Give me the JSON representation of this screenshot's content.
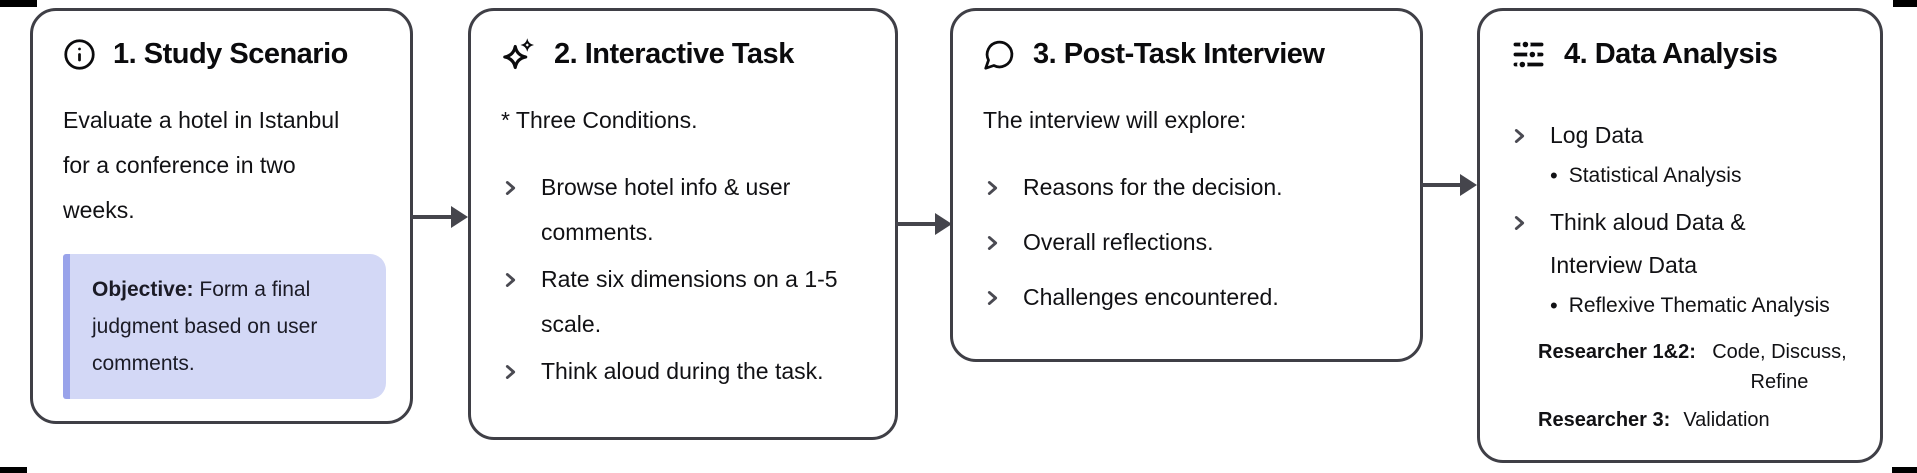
{
  "diagram": {
    "title_semantic": "Study procedure flowchart",
    "colors": {
      "border": "#3f3f46",
      "text": "#111114",
      "title": "#0b0b0d",
      "chev": "#4a4a52",
      "arrow": "#45454c",
      "obj-bg": "#d3d8f6",
      "obj-strip": "#99a3ea",
      "bg": "#ffffff",
      "mark": "#000000"
    },
    "glyphs": {
      "sub_bullet": "•"
    },
    "cards": [
      {
        "icon": "info-icon",
        "title": "1. Study Scenario",
        "body": "Evaluate a hotel in Istanbul for a conference in two weeks.",
        "objective": {
          "label": "Objective:",
          "text": "Form a final judgment based on user comments."
        }
      },
      {
        "icon": "sparkles-icon",
        "title": "2. Interactive Task",
        "note": "* Three Conditions.",
        "bullets": [
          "Browse hotel info & user comments.",
          "Rate six dimensions on a 1-5 scale.",
          "Think aloud during the task."
        ]
      },
      {
        "icon": "message-circle-icon",
        "title": "3. Post-Task Interview",
        "intro": "The interview will explore:",
        "bullets": [
          "Reasons for the decision.",
          "Overall reflections.",
          "Challenges encountered."
        ]
      },
      {
        "icon": "sliders-icon",
        "title": "4. Data Analysis",
        "items": [
          {
            "text": "Log Data",
            "sub": "Statistical Analysis"
          },
          {
            "text": "Think aloud Data & Interview Data",
            "sub": "Reflexive Thematic Analysis"
          }
        ],
        "researchers": [
          {
            "label": "Researcher 1&2:",
            "value": "Code, Discuss, Refine"
          },
          {
            "label": "Researcher 3:",
            "value": "Validation"
          }
        ]
      }
    ]
  }
}
